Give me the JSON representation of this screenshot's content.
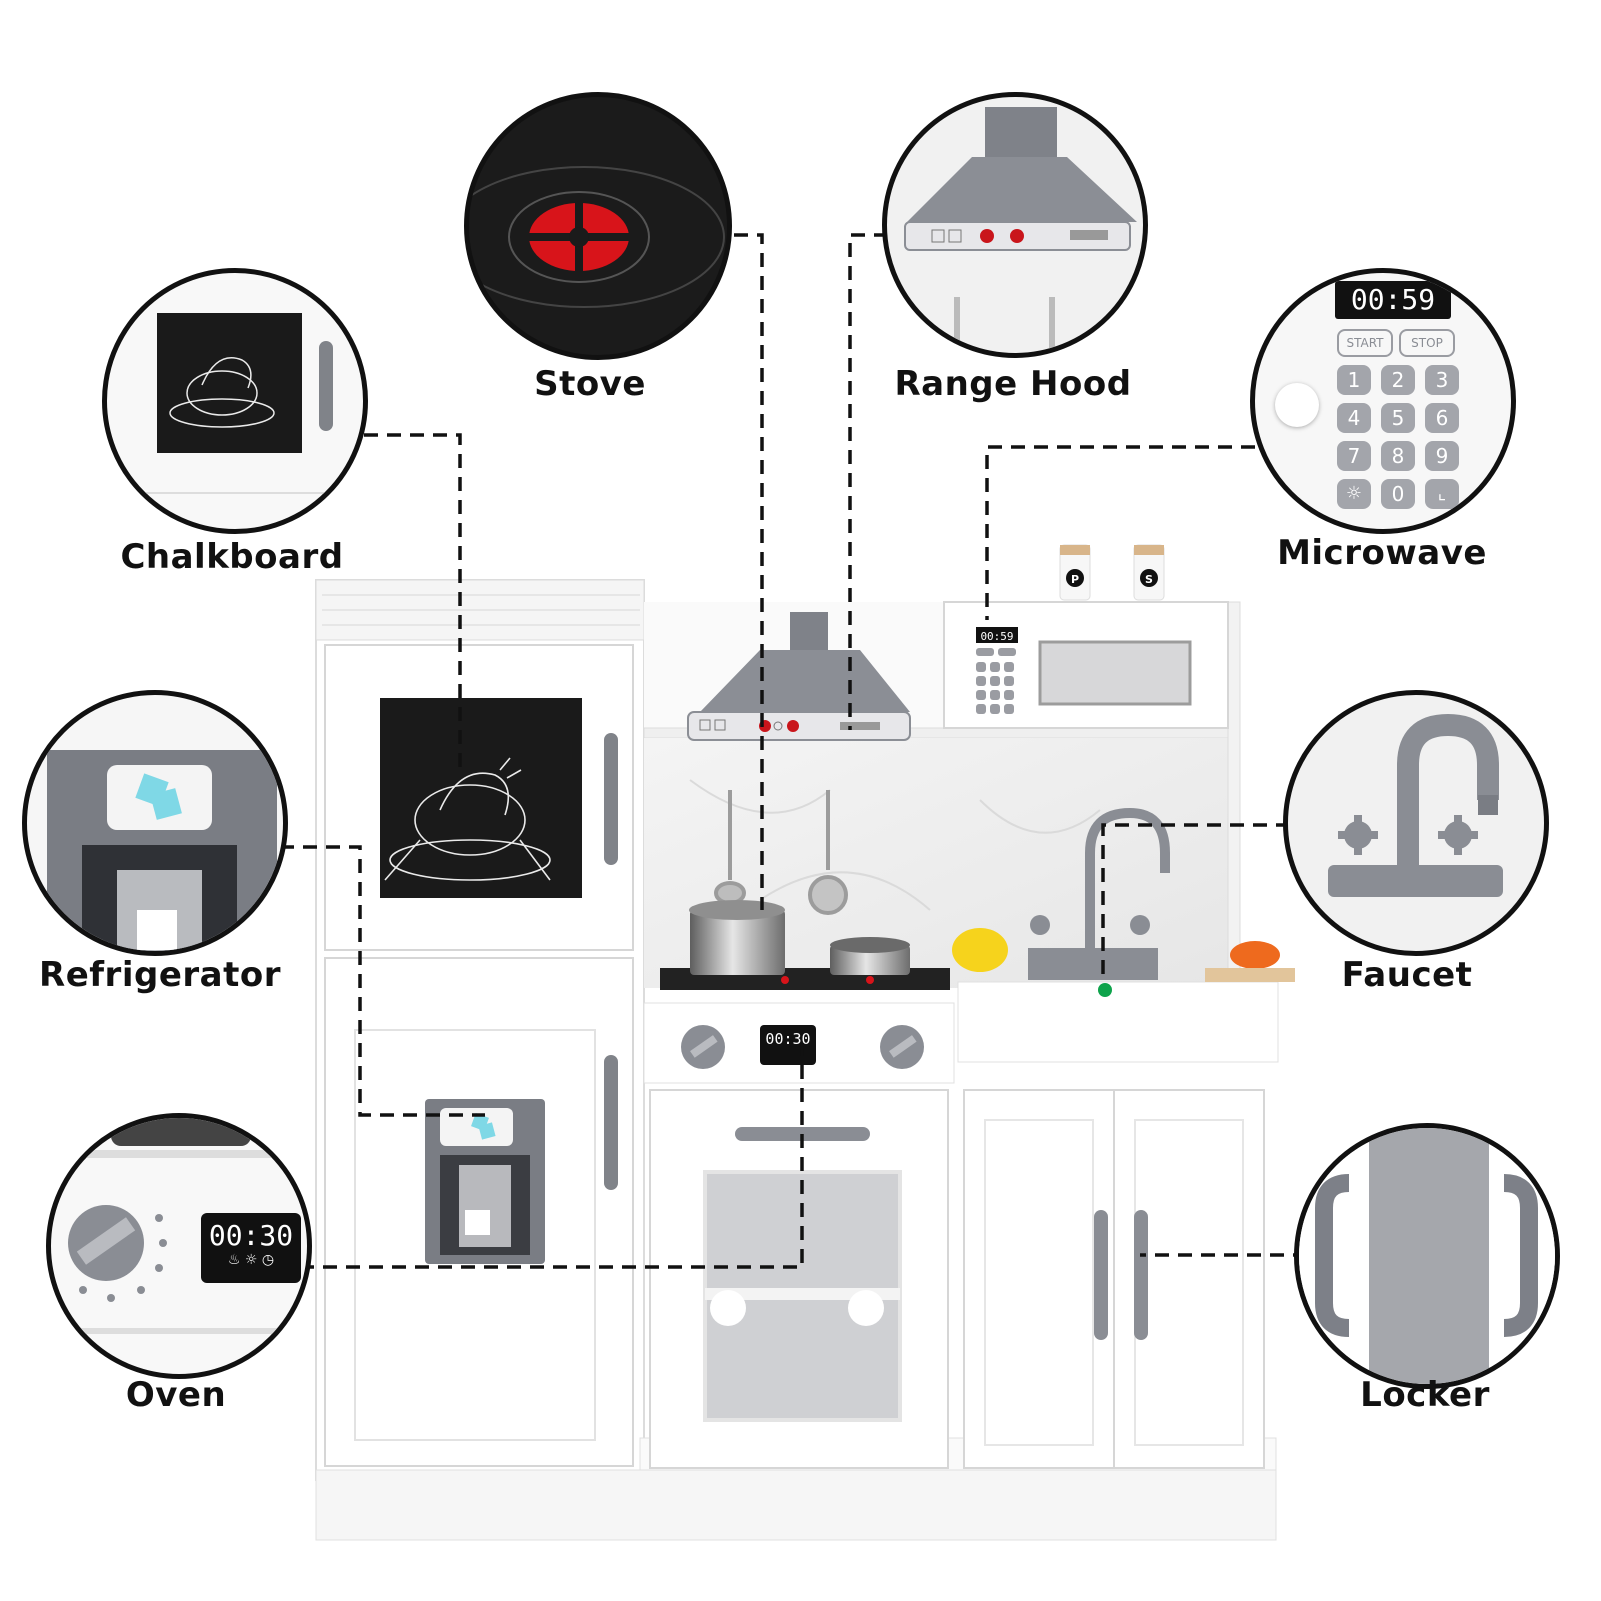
{
  "callouts": {
    "stove": "Stove",
    "range_hood": "Range Hood",
    "chalkboard": "Chalkboard",
    "microwave": "Microwave",
    "refrigerator": "Refrigerator",
    "faucet": "Faucet",
    "oven": "Oven",
    "locker": "Locker"
  },
  "microwave_panel": {
    "timer": "00:59",
    "start": "START",
    "stop": "STOP",
    "keys": [
      "1",
      "2",
      "3",
      "4",
      "5",
      "6",
      "7",
      "8",
      "9",
      "0"
    ]
  },
  "oven_panel": {
    "timer": "00:30"
  },
  "spice_shakers": {
    "pepper": "P",
    "salt": "S"
  },
  "colors": {
    "cabinet": "#ffffff",
    "trim": "#e6e6e6",
    "gray_accent": "#7d8088",
    "chalkboard": "#1a1a1a",
    "burner_red": "#d8141a",
    "outline": "#111111"
  }
}
